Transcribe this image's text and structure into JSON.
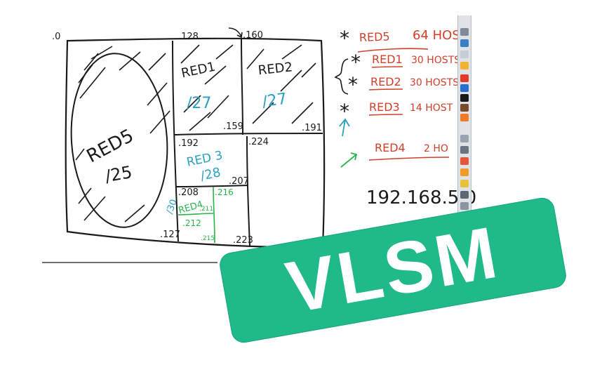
{
  "diagram": {
    "corner_labels": {
      "start": ".0",
      "mid_top": ".128",
      "right_top": ".160",
      "bottom_left": ".127",
      "red1_end": ".159",
      "red2_end": ".191",
      "red3_start": ".192",
      "red3_end": ".207",
      "right_mid": ".224",
      "red4_start": ".208",
      "red4_end": ".211",
      "red4_mid": ".212",
      "red4_low": ".215",
      "right_low": ".216",
      "bottom_right": ".223",
      "red4_side": "/30"
    },
    "blocks": {
      "red5": {
        "name": "RED5",
        "prefix": "/25"
      },
      "red1": {
        "name": "RED1",
        "prefix": "/27"
      },
      "red2": {
        "name": "RED2",
        "prefix": "/27"
      },
      "red3": {
        "name": "RED 3",
        "prefix": "/28"
      },
      "red4": {
        "name": "RED4"
      }
    }
  },
  "requirements": [
    {
      "marker": "*",
      "name": "RED5",
      "hosts": "64 HOS"
    },
    {
      "marker": "*",
      "name": "RED1",
      "hosts": "30 HOSTS"
    },
    {
      "marker": "*",
      "name": "RED2",
      "hosts": "30 HOSTS"
    },
    {
      "marker": "*",
      "name": "RED3",
      "hosts": "14 HOST"
    },
    {
      "marker": "",
      "name": "RED4",
      "hosts": "2 HO"
    }
  ],
  "network_address": "192.168.5.0",
  "badge": {
    "text": "VLSM",
    "color": "#1fb98a"
  },
  "colors": {
    "ink": "#1a1a1a",
    "red_ink": "#d0402a",
    "blue_ink": "#2a9fc0",
    "green_ink": "#2ab34a"
  }
}
